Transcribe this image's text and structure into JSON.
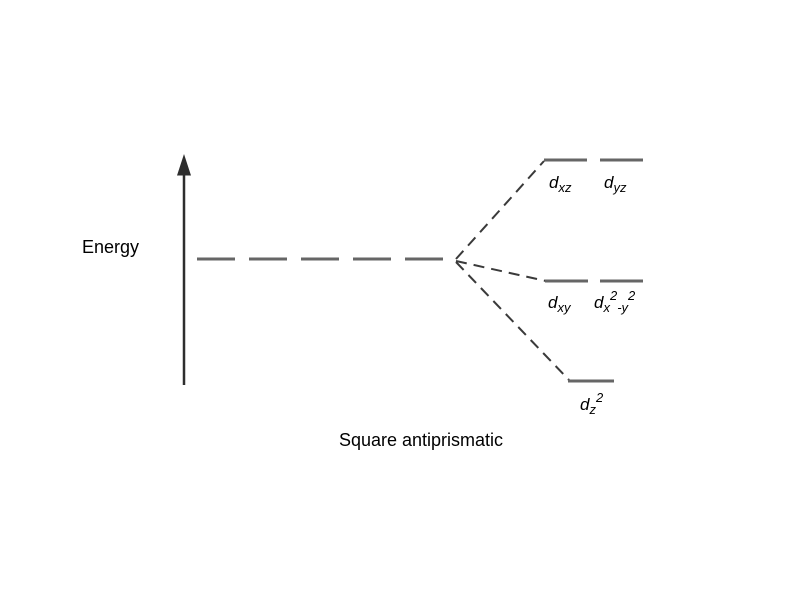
{
  "diagram": {
    "axis_label": "Energy",
    "caption": "Square antiprismatic",
    "levels": {
      "top": {
        "orbitals": [
          {
            "base": "d",
            "sub": "xz"
          },
          {
            "base": "d",
            "sub": "yz"
          }
        ]
      },
      "middle": {
        "orbitals": [
          {
            "base": "d",
            "sub": "xy"
          },
          {
            "base": "d",
            "sub": "x",
            "sup": "2",
            "sub2": "-y",
            "sup2": "2"
          }
        ]
      },
      "bottom": {
        "orbitals": [
          {
            "base": "d",
            "sub": "z",
            "sup": "2"
          }
        ]
      }
    },
    "colors": {
      "level_line": "#666666",
      "baseline": "#666666",
      "split_line": "#3a3a3a",
      "axis": "#2e2e2e",
      "text": "#000000"
    }
  }
}
